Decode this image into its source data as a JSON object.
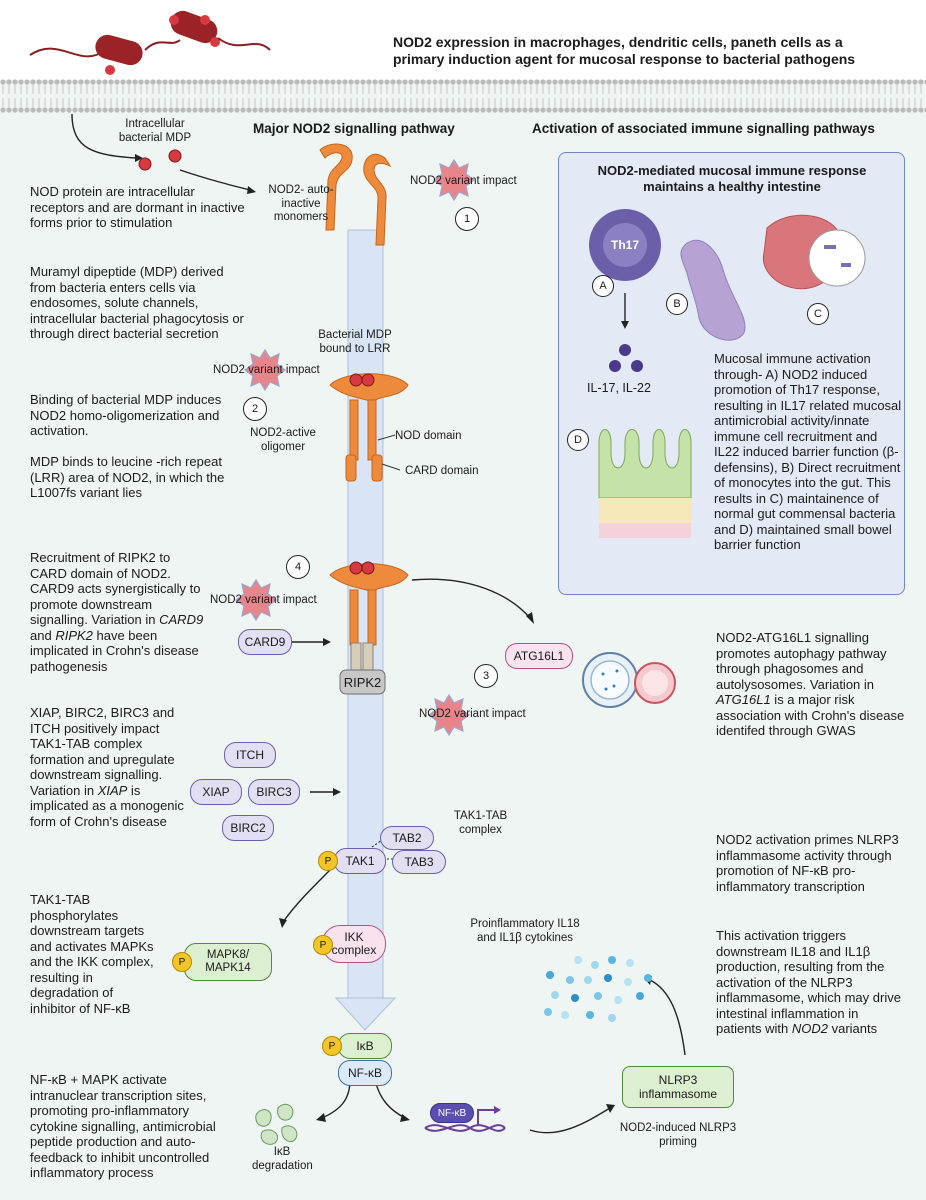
{
  "title": "NOD2 expression in macrophages, dendritic cells, paneth cells as a primary induction agent for mucosal response to bacterial pathogens",
  "headers": {
    "major": "Major NOD2 signalling pathway",
    "activation": "Activation of associated immune signalling pathways"
  },
  "labels": {
    "intracellular_mdp": "Intracellular bacterial MDP",
    "monomers": "NOD2- auto-inactive monomers",
    "variant_impact": "NOD2 variant impact",
    "bound_lrr": "Bacterial MDP bound to LRR",
    "active_oligomer": "NOD2-active oligomer",
    "nod_domain": "NOD domain",
    "card_domain": "CARD domain",
    "card9": "CARD9",
    "ripk2": "RIPK2",
    "atg16l1": "ATG16L1",
    "itch": "ITCH",
    "xiap": "XIAP",
    "birc3": "BIRC3",
    "birc2": "BIRC2",
    "tak_complex": "TAK1-TAB complex",
    "tak1": "TAK1",
    "tab2": "TAB2",
    "tab3": "TAB3",
    "ikk": "IKK complex",
    "mapk": "MAPK8/ MAPK14",
    "ikb": "IκB",
    "nfkb": "NF-κB",
    "ikb_degradation": "IκB degradation",
    "proinflammatory": "Proinflammatory IL18 and IL1β cytokines",
    "nlrp3": "NLRP3 inflammasome",
    "nlrp3_priming": "NOD2-induced NLRP3 priming",
    "th17": "Th17",
    "il17": "IL-17, IL-22",
    "p": "P",
    "letters": [
      "A",
      "B",
      "C",
      "D"
    ],
    "numbers": [
      "1",
      "2",
      "3",
      "4"
    ]
  },
  "panel": {
    "title": "NOD2-mediated mucosal immune response maintains a healthy intestine",
    "text": "Mucosal immune activation through- A) NOD2 induced promotion of Th17 response, resulting in IL17 related mucosal antimicrobial activity/innate immune cell recruitment and IL22 induced barrier function (β-defensins), B) Direct recruitment of monocytes into the gut. This results in C) maintainence of normal gut commensal bacteria and D) maintained small bowel barrier function"
  },
  "left_text": {
    "p1": "NOD protein are intracellular receptors and are dormant in inactive forms prior to stimulation",
    "p2": "Muramyl dipeptide (MDP) derived from bacteria enters cells via endosomes, solute channels, intracellular bacterial phagocytosis or through direct bacterial secretion",
    "p3": "Binding of bacterial MDP induces NOD2 homo-oligomerization and activation.",
    "p4": "MDP binds to leucine -rich repeat (LRR) area of NOD2, in which the L1007fs variant lies",
    "p5_a": "Recruitment of RIPK2 to CARD domain of NOD2. CARD9 acts synergistically to promote downstream signalling. Variation in ",
    "p5_card9": "CARD9",
    "p5_b": " and ",
    "p5_ripk2": "RIPK2",
    "p5_c": " have been implicated in Crohn's disease pathogenesis",
    "p6_a": "XIAP, BIRC2, BIRC3 and ITCH positively impact TAK1-TAB complex formation and upregulate downstream signalling. Variation in ",
    "p6_xiap": "XIAP",
    "p6_b": " is implicated as a monogenic form of Crohn's disease",
    "p7": "TAK1-TAB phosphorylates downstream targets and activates MAPKs and the IKK complex, resulting in degradation of inhibitor of NF-κB",
    "p8": "NF-κB + MAPK activate intranuclear transcription sites, promoting pro-inflammatory cytokine signalling, antimicrobial peptide production and auto-feedback to inhibit uncontrolled inflammatory process"
  },
  "right_text": {
    "atg_a": "NOD2-ATG16L1 signalling promotes autophagy pathway through phagosomes and autolysosomes. Variation in ",
    "atg_gene": "ATG16L1",
    "atg_b": " is a major risk association with Crohn's disease identifed through GWAS",
    "nlrp3_p1": "NOD2 activation primes NLRP3 inflammasome activity through promotion of NF-κB pro-inflammatory transcription",
    "nlrp3_p2_a": "This activation triggers downstream IL18 and IL1β production, resulting from the activation of the NLRP3 inflammasome, which may drive intestinal inflammation in patients with ",
    "nlrp3_gene": "NOD2",
    "nlrp3_p2_b": " variants"
  },
  "colors": {
    "nod2": "#ee8a3c",
    "background": "#eef5f2",
    "panel": "#e3e9f5",
    "mdp": "#d8383f",
    "arrow_shaft": "#d9e4f5"
  }
}
